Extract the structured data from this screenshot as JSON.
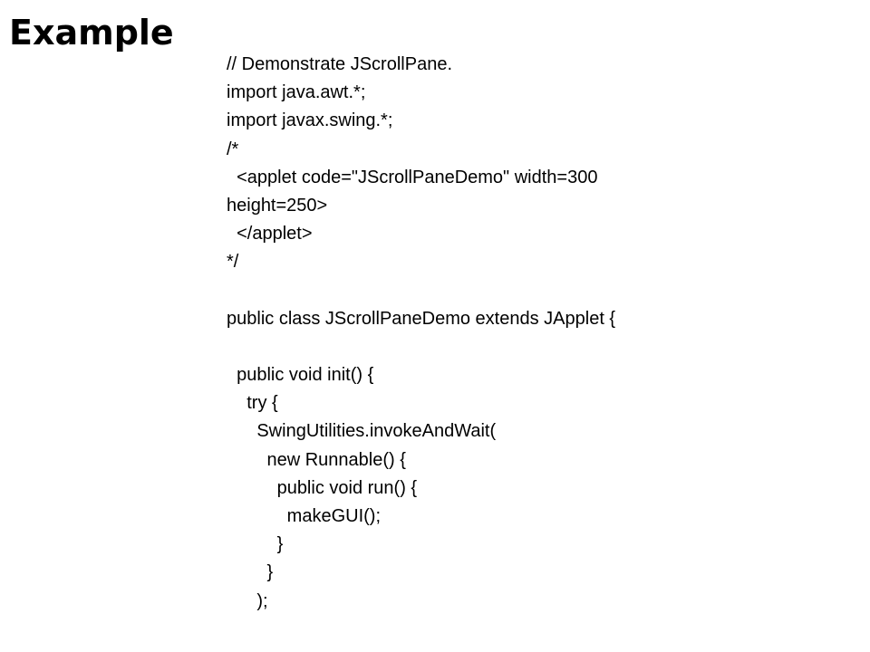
{
  "slide": {
    "title": "Example",
    "code_lines": [
      "// Demonstrate JScrollPane.",
      "import java.awt.*;",
      "import javax.swing.*;",
      "/*",
      "  <applet code=\"JScrollPaneDemo\" width=300",
      "height=250>",
      "  </applet>",
      "*/",
      "",
      "public class JScrollPaneDemo extends JApplet {",
      "",
      "  public void init() {",
      "    try {",
      "      SwingUtilities.invokeAndWait(",
      "        new Runnable() {",
      "          public void run() {",
      "            makeGUI();",
      "          }",
      "        }",
      "      );"
    ]
  }
}
